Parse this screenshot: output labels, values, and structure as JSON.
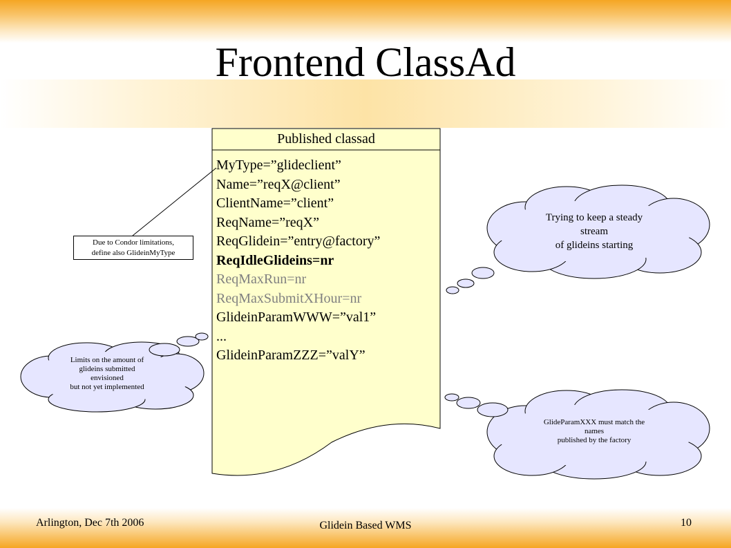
{
  "slide": {
    "title": "Frontend ClassAd",
    "classad_header": "Published classad",
    "classad_lines": [
      {
        "text": "MyType=”glideclient”",
        "style": "normal"
      },
      {
        "text": "Name=”reqX@client”",
        "style": "normal"
      },
      {
        "text": "ClientName=”client”",
        "style": "normal"
      },
      {
        "text": "ReqName=”reqX”",
        "style": "normal"
      },
      {
        "text": "ReqGlidein=”entry@factory”",
        "style": "normal"
      },
      {
        "text": "ReqIdleGlideins=nr",
        "style": "bold"
      },
      {
        "text": "ReqMaxRun=nr",
        "style": "gray"
      },
      {
        "text": "ReqMaxSubmitXHour=nr",
        "style": "gray"
      },
      {
        "text": "GlideinParamWWW=”val1”",
        "style": "normal"
      },
      {
        "text": "...",
        "style": "normal"
      },
      {
        "text": "GlideinParamZZZ=”valY”",
        "style": "normal"
      }
    ],
    "note_line1": "Due to Condor limitations,",
    "note_line2": "define also GlideinMyType",
    "cloud_steady_line1": "Trying to keep a steady",
    "cloud_steady_line2": "stream",
    "cloud_steady_line3": "of glideins starting",
    "cloud_limits_line1": "Limits on the amount of",
    "cloud_limits_line2": "glideins  submitted",
    "cloud_limits_line3": "envisioned",
    "cloud_limits_line4": "but not yet implemented",
    "cloud_params_line1": "GlideParamXXX must match the",
    "cloud_params_line2": "names",
    "cloud_params_line3": "published by the factory",
    "footer_left": "Arlington, Dec 7th 2006",
    "footer_center": "Glidein Based WMS",
    "page_number": "10"
  },
  "colors": {
    "banner_orange": "#f5a623",
    "document_fill": "#ffffcc",
    "cloud_fill": "#e6e6ff",
    "gray_text": "#808080"
  }
}
